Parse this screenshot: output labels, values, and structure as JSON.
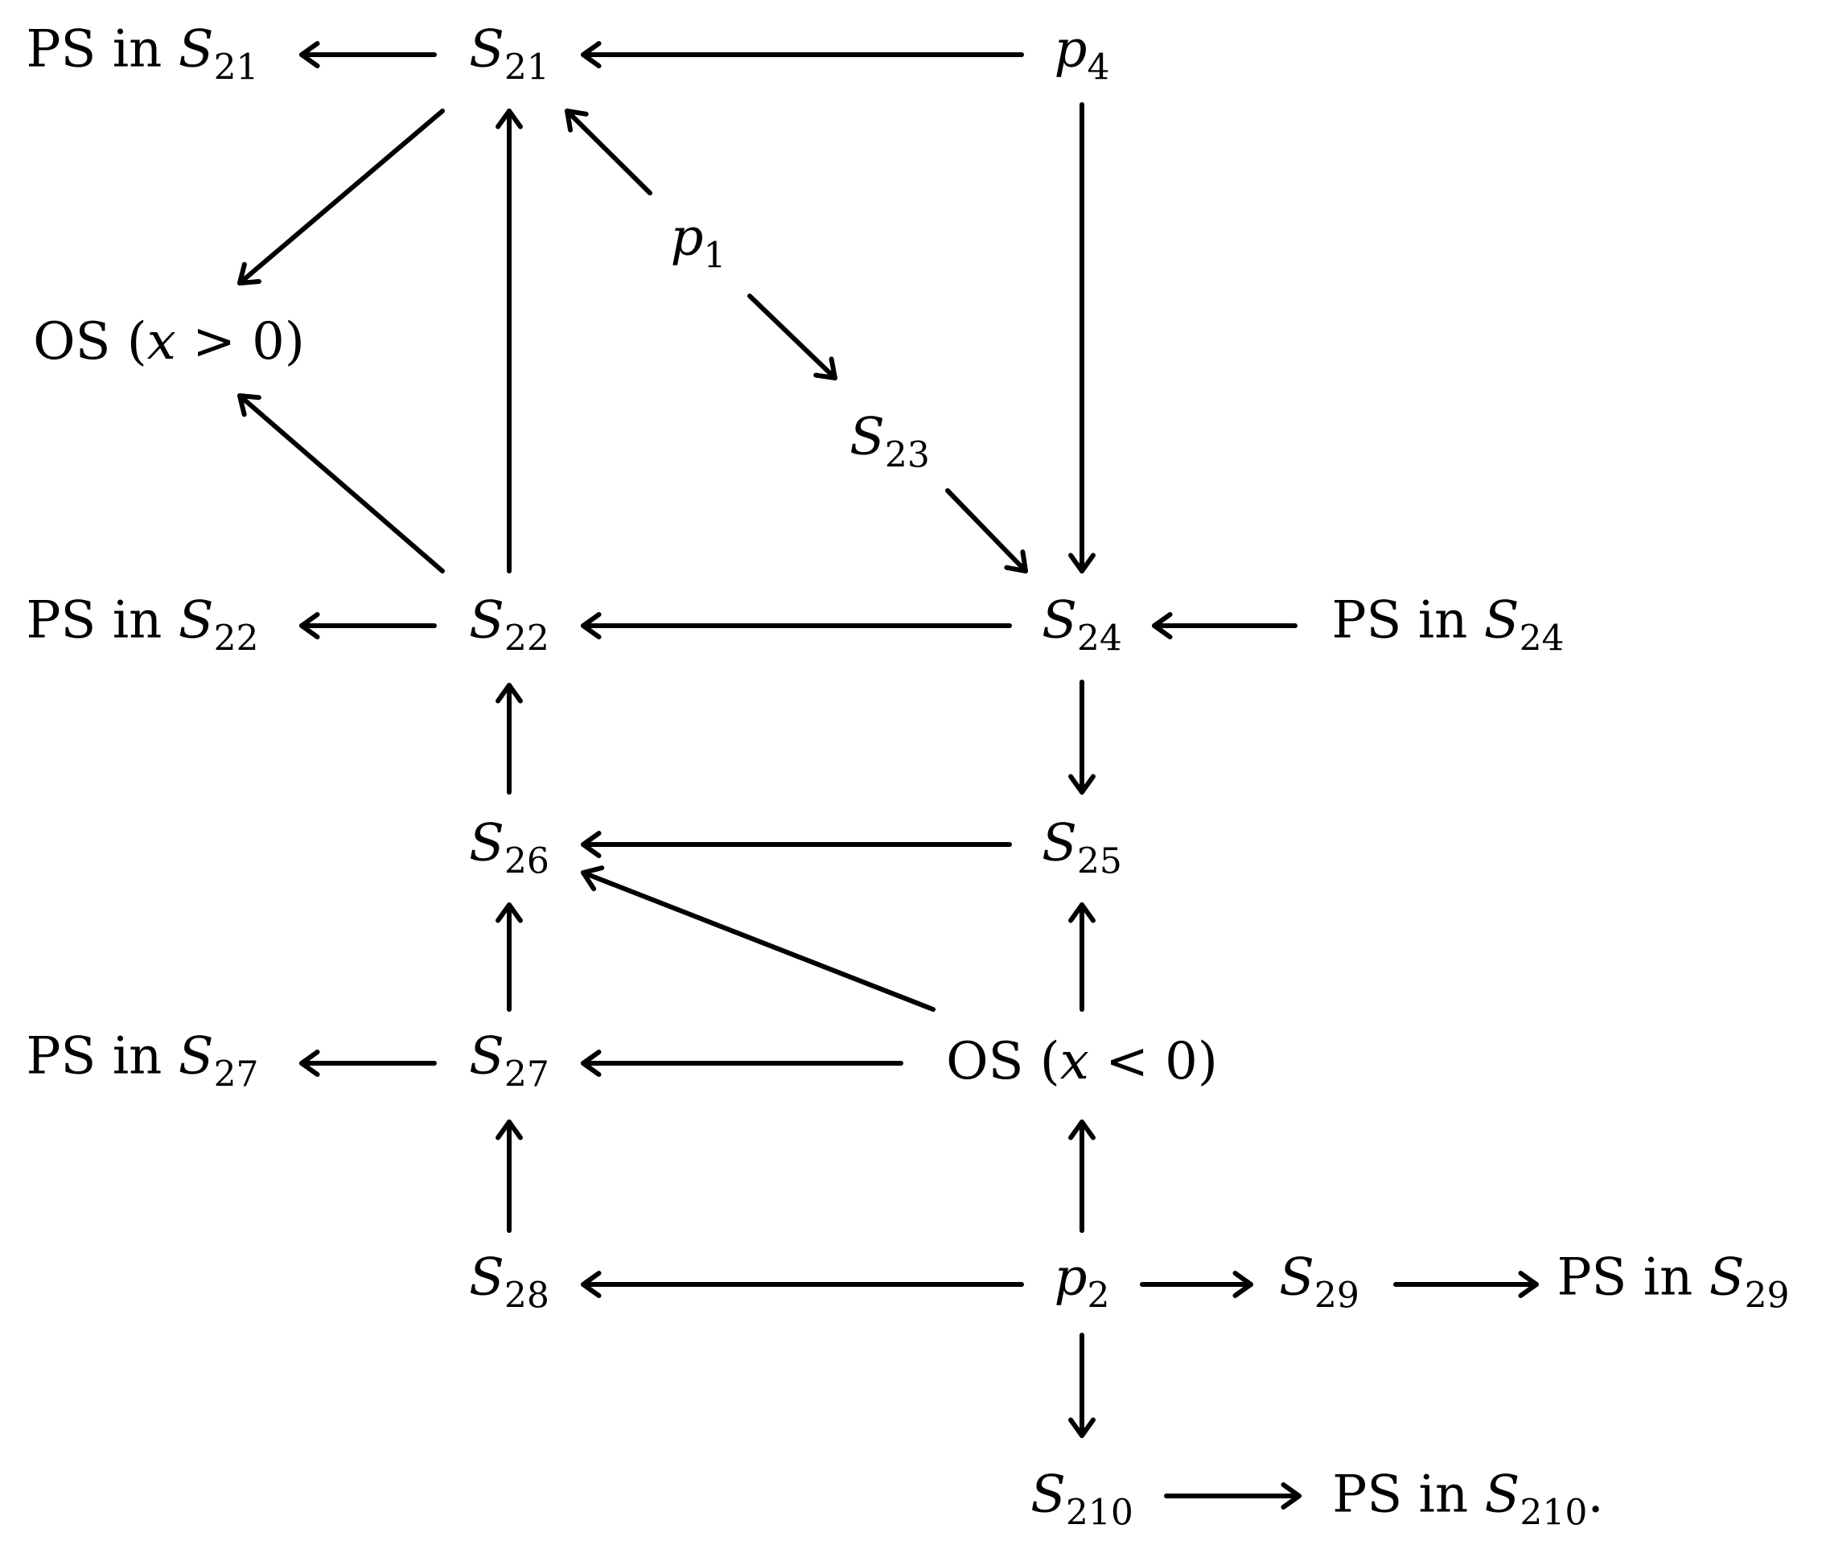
{
  "nodes": [
    {
      "id": "ps21",
      "prefix": "PS in ",
      "var": "S",
      "sub": "21",
      "suffix": ""
    },
    {
      "id": "s21",
      "prefix": "",
      "var": "S",
      "sub": "21",
      "suffix": ""
    },
    {
      "id": "p4",
      "prefix": "",
      "var": "p",
      "sub": "4",
      "suffix": ""
    },
    {
      "id": "p1",
      "prefix": "",
      "var": "p",
      "sub": "1",
      "suffix": ""
    },
    {
      "id": "osgt",
      "text": "OS (x > 0)"
    },
    {
      "id": "s23",
      "prefix": "",
      "var": "S",
      "sub": "23",
      "suffix": ""
    },
    {
      "id": "ps22",
      "prefix": "PS in ",
      "var": "S",
      "sub": "22",
      "suffix": ""
    },
    {
      "id": "s22",
      "prefix": "",
      "var": "S",
      "sub": "22",
      "suffix": ""
    },
    {
      "id": "s24",
      "prefix": "",
      "var": "S",
      "sub": "24",
      "suffix": ""
    },
    {
      "id": "ps24",
      "prefix": "PS in ",
      "var": "S",
      "sub": "24",
      "suffix": ""
    },
    {
      "id": "s26",
      "prefix": "",
      "var": "S",
      "sub": "26",
      "suffix": ""
    },
    {
      "id": "s25",
      "prefix": "",
      "var": "S",
      "sub": "25",
      "suffix": ""
    },
    {
      "id": "ps27",
      "prefix": "PS in ",
      "var": "S",
      "sub": "27",
      "suffix": ""
    },
    {
      "id": "s27",
      "prefix": "",
      "var": "S",
      "sub": "27",
      "suffix": ""
    },
    {
      "id": "oslt",
      "text": "OS (x < 0)"
    },
    {
      "id": "s28",
      "prefix": "",
      "var": "S",
      "sub": "28",
      "suffix": ""
    },
    {
      "id": "p2",
      "prefix": "",
      "var": "p",
      "sub": "2",
      "suffix": ""
    },
    {
      "id": "s29",
      "prefix": "",
      "var": "S",
      "sub": "29",
      "suffix": ""
    },
    {
      "id": "ps29",
      "prefix": "PS in ",
      "var": "S",
      "sub": "29",
      "suffix": ""
    },
    {
      "id": "s210",
      "prefix": "",
      "var": "S",
      "sub": "210",
      "suffix": ""
    },
    {
      "id": "ps210",
      "prefix": "PS in ",
      "var": "S",
      "sub": "210",
      "suffix": "."
    }
  ],
  "edges": [
    {
      "from": "s21",
      "to": "ps21"
    },
    {
      "from": "p4",
      "to": "s21"
    },
    {
      "from": "s21",
      "to": "osgt"
    },
    {
      "from": "p1",
      "to": "s21"
    },
    {
      "from": "p1",
      "to": "s23"
    },
    {
      "from": "p4",
      "to": "s24"
    },
    {
      "from": "s22",
      "to": "s21"
    },
    {
      "from": "s22",
      "to": "osgt"
    },
    {
      "from": "s23",
      "to": "s24"
    },
    {
      "from": "s22",
      "to": "ps22"
    },
    {
      "from": "s24",
      "to": "s22"
    },
    {
      "from": "ps24",
      "to": "s24"
    },
    {
      "from": "s26",
      "to": "s22"
    },
    {
      "from": "s24",
      "to": "s25"
    },
    {
      "from": "s25",
      "to": "s26"
    },
    {
      "from": "oslt",
      "to": "s26"
    },
    {
      "from": "s27",
      "to": "s26"
    },
    {
      "from": "oslt",
      "to": "s25"
    },
    {
      "from": "s27",
      "to": "ps27"
    },
    {
      "from": "oslt",
      "to": "s27"
    },
    {
      "from": "s28",
      "to": "s27"
    },
    {
      "from": "p2",
      "to": "oslt"
    },
    {
      "from": "p2",
      "to": "s28"
    },
    {
      "from": "p2",
      "to": "s29"
    },
    {
      "from": "s29",
      "to": "ps29"
    },
    {
      "from": "p2",
      "to": "s210"
    },
    {
      "from": "s210",
      "to": "ps210"
    }
  ]
}
